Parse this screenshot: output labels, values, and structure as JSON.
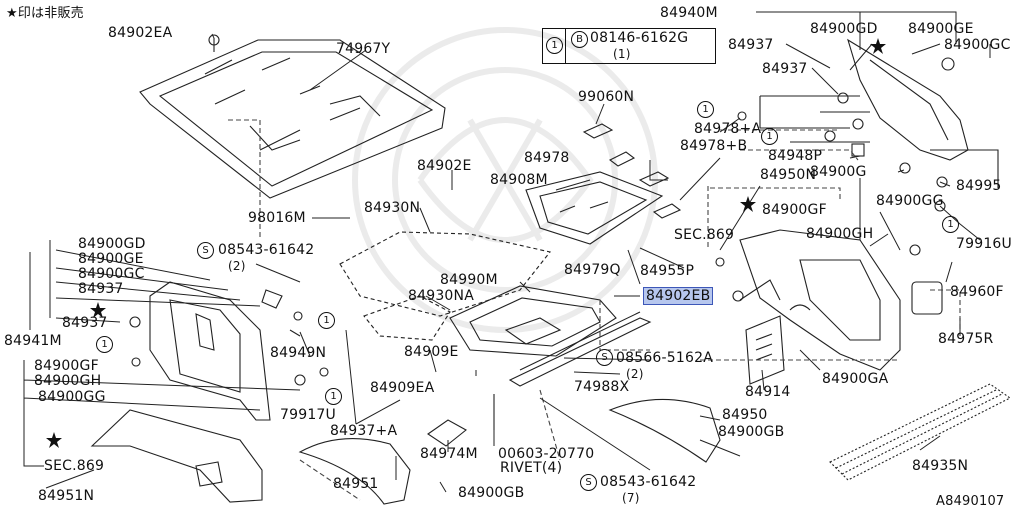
{
  "note": "★印は非販売",
  "diagram_code": "A8490107",
  "legend": {
    "ref": "1",
    "prefix": "B",
    "part": "08146-6162G",
    "qty": "(1)"
  },
  "circle_ref": "1",
  "s_prefix": "S",
  "parts": {
    "p84902EA": "84902EA",
    "p74967Y": "74967Y",
    "p84940M": "84940M",
    "p84937a": "84937",
    "p84900GD_r": "84900GD",
    "p84900GE_r": "84900GE",
    "p84900GC_r": "84900GC",
    "p84937b": "84937",
    "p99060N": "99060N",
    "p84978A": "84978+A",
    "p84978": "84978",
    "p84978B": "84978+B",
    "p84948P": "84948P",
    "p84900G": "84900G",
    "p84995": "84995",
    "p84902E": "84902E",
    "p84908M": "84908M",
    "p84950N": "84950N",
    "p98016M": "98016M",
    "p84930N": "84930N",
    "p84900GF_r": "84900GF",
    "p84900GG_r": "84900GG",
    "pSEC869a": "SEC.869",
    "p84900GH_r": "84900GH",
    "p79916U": "79916U",
    "p84900GD_l": "84900GD",
    "p84900GE_l": "84900GE",
    "p84900GC_l": "84900GC",
    "p84937c": "84937",
    "p84941M": "84941M",
    "p84937d": "84937",
    "p08543a": "08543-61642",
    "p08543a_qty": "(2)",
    "p84990M": "84990M",
    "p84930NA": "84930NA",
    "p84979Q": "84979Q",
    "p84955P": "84955P",
    "p84902EB": "84902EB",
    "p84960F": "84960F",
    "p84949N": "84949N",
    "p84975R": "84975R",
    "p84900GF_l": "84900GF",
    "p84900GH_l": "84900GH",
    "p84900GG_l": "84900GG",
    "p84909E": "84909E",
    "p08566": "08566-5162A",
    "p08566_qty": "(2)",
    "p84909EA": "84909EA",
    "p74988X": "74988X",
    "p84914": "84914",
    "p84900GA": "84900GA",
    "p79917U": "79917U",
    "p84937A": "84937+A",
    "p84950": "84950",
    "p84900GB_a": "84900GB",
    "p84974M": "84974M",
    "p00603": "00603-20770",
    "pRIVET": "RIVET(4)",
    "pSEC869b": "SEC.869",
    "p84951": "84951",
    "p84900GB_b": "84900GB",
    "p08543b": "08543-61642",
    "p08543b_qty": "(7)",
    "p84935N": "84935N",
    "p84951N": "84951N"
  },
  "icons": [
    "star-icon",
    "circled-one-icon",
    "circled-s-icon",
    "circled-b-icon"
  ]
}
